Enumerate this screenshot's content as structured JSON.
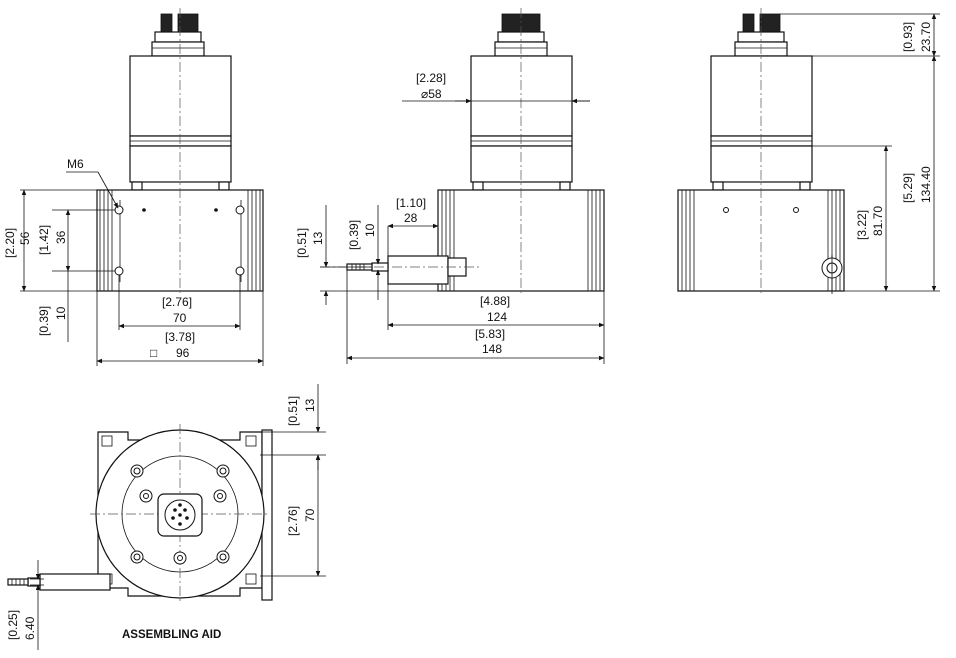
{
  "views": {
    "front": {
      "m6": "M6",
      "h_total_in": "[2.20]",
      "h_total_mm": "56",
      "h_holes_in": "[1.42]",
      "h_holes_mm": "36",
      "h_bottom_in": "[0.39]",
      "h_bottom_mm": "10",
      "w_holes_in": "[2.76]",
      "w_holes_mm": "70",
      "w_total_in": "[3.78]",
      "w_total_mm": "96",
      "square_symbol": "□"
    },
    "side": {
      "dia_in": "[2.28]",
      "dia_mm": "⌀58",
      "off_in": "[0.51]",
      "off_mm": "13",
      "h10_in": "[0.39]",
      "h10_mm": "10",
      "len28_in": "[1.10]",
      "len28_mm": "28",
      "len124_in": "[4.88]",
      "len124_mm": "124",
      "len148_in": "[5.83]",
      "len148_mm": "148"
    },
    "right": {
      "top_in": "[0.93]",
      "top_mm": "23.70",
      "h134_in": "[5.29]",
      "h134_mm": "134.40",
      "h81_in": "[3.22]",
      "h81_mm": "81.70"
    },
    "bottom": {
      "off_in": "[0.51]",
      "off_mm": "13",
      "w70_in": "[2.76]",
      "w70_mm": "70",
      "cable_in": "[0.25]",
      "cable_mm": "6.40",
      "caption": "ASSEMBLING AID"
    }
  }
}
